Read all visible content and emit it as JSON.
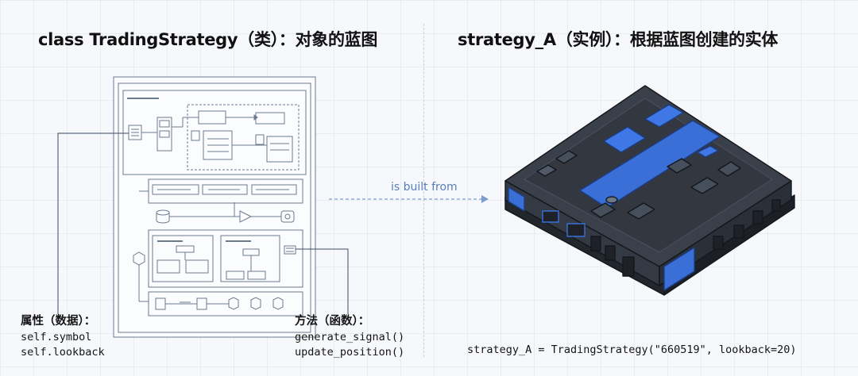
{
  "left_title": "class TradingStrategy（类）：对象的蓝图",
  "right_title": "strategy_A（实例）：根据蓝图创建的实体",
  "arrow_label": "is built from",
  "attributes": {
    "heading": "属性（数据）：",
    "items": [
      "self.symbol",
      "self.lookback"
    ]
  },
  "methods": {
    "heading": "方法（函数）：",
    "items": [
      "generate_signal()",
      "update_position()"
    ]
  },
  "instance_code": "strategy_A = TradingStrategy(\"660519\", lookback=20)",
  "colors": {
    "blueprint_line": "#6b7a8f",
    "device_dark": "#2b3038",
    "device_accent": "#3a6fd8",
    "arrow": "#7d9ccc"
  }
}
